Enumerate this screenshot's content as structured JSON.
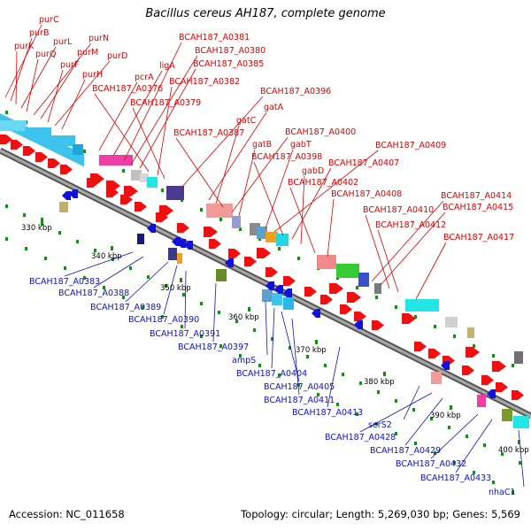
{
  "title": "Bacillus cereus AH187, complete genome",
  "footer": {
    "accession": "Accession: NC_011658",
    "summary": "Topology: circular; Length: 5,269,030 bp; Genes: 5,569"
  },
  "ticks": [
    "330 kbp",
    "340 kbp",
    "350 kbp",
    "360 kbp",
    "370 kbp",
    "380 kbp",
    "390 kbp",
    "400 kbp"
  ],
  "top_labels": [
    "purC",
    "purB",
    "purK",
    "purL",
    "purQ",
    "purN",
    "purM",
    "purF",
    "purD",
    "purH",
    "pcrA",
    "ligA",
    "BCAH187_A0381",
    "BCAH187_A0380",
    "BCAH187_A0385",
    "BCAH187_A0376",
    "BCAH187_A0382",
    "BCAH187_A0379",
    "BCAH187_A0396",
    "gatA",
    "gatC",
    "BCAH187_A0387",
    "BCAH187_A0400",
    "gatB",
    "gabT",
    "BCAH187_A0409",
    "BCAH187_A0398",
    "BCAH187_A0407",
    "gabD",
    "BCAH187_A0402",
    "BCAH187_A0408",
    "BCAH187_A0414",
    "BCAH187_A0415",
    "BCAH187_A0410",
    "BCAH187_A0412",
    "BCAH187_A0417"
  ],
  "bottom_labels": [
    "BCAH187_A0383",
    "BCAH187_A0388",
    "BCAH187_A0389",
    "BCAH187_A0390",
    "BCAH187_A0391",
    "BCAH187_A0397",
    "ampS",
    "BCAH187_A0404",
    "BCAH187_A0405",
    "BCAH187_A0411",
    "BCAH187_A0413",
    "serS2",
    "BCAH187_A0428",
    "BCAH187_A0429",
    "BCAH187_A0432",
    "BCAH187_A0433",
    "nhaC1"
  ],
  "colors": {
    "forward_label": "#dd0000",
    "reverse_label": "#1010c8",
    "backbone": "#8a8a8a"
  }
}
